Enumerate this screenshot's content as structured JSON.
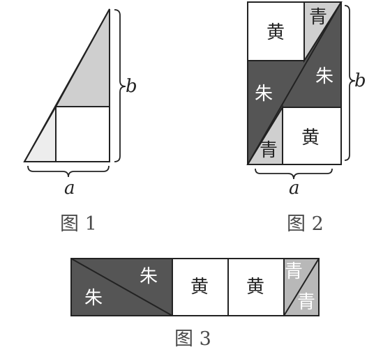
{
  "colors": {
    "stroke": "#222222",
    "light_fill": "#cfcfcf",
    "pale_fill": "#e8e8e8",
    "dark_fill": "#555555",
    "white": "#ffffff",
    "text_dark": "#222222",
    "text_light": "#ffffff"
  },
  "figure1": {
    "caption": "图 1",
    "label_a": "a",
    "label_b": "b"
  },
  "figure2": {
    "caption": "图 2",
    "label_a": "a",
    "label_b": "b",
    "yellow_top": "黄",
    "cyan_top": "青",
    "red_left": "朱",
    "red_right": "朱",
    "cyan_bottom": "青",
    "yellow_bottom": "黄"
  },
  "figure3": {
    "caption": "图 3",
    "red_bottom": "朱",
    "red_top": "朱",
    "yellow_1": "黄",
    "yellow_2": "黄",
    "cyan_top": "青",
    "cyan_bottom": "青"
  }
}
